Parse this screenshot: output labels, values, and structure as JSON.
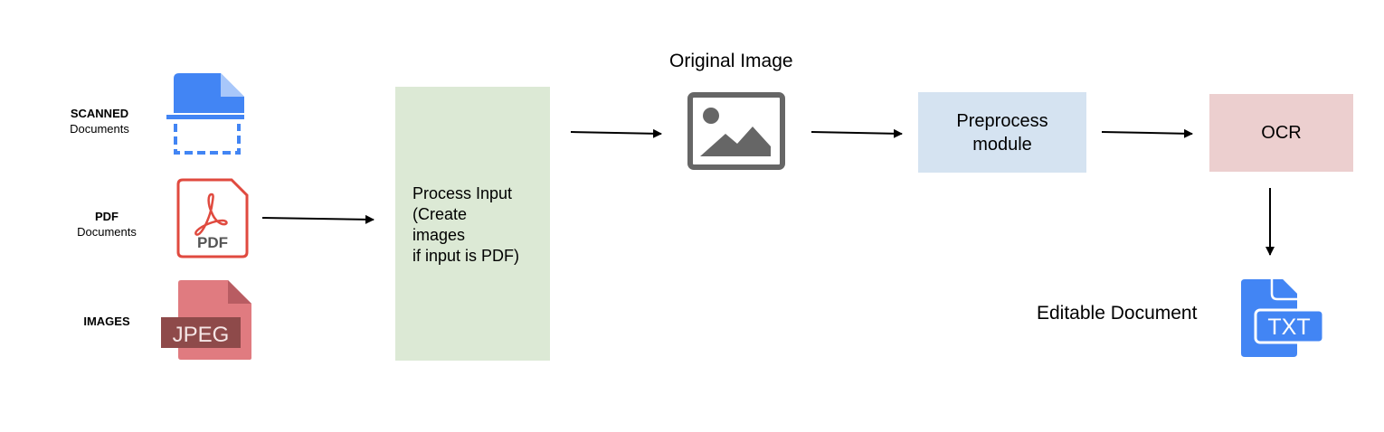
{
  "inputs": {
    "scanned": {
      "title": "SCANNED",
      "subtitle": "Documents",
      "icon": "scanned-document-icon",
      "color": "#4285f4"
    },
    "pdf": {
      "title": "PDF",
      "subtitle": "Documents",
      "icon": "pdf-file-icon",
      "badge": "PDF",
      "color": "#e04a3f"
    },
    "images": {
      "title": "IMAGES",
      "icon": "jpeg-file-icon",
      "badge": "JPEG",
      "color": "#e07b80"
    }
  },
  "process_input": {
    "lines": [
      "Process Input",
      "(Create",
      "images",
      "if input is PDF)"
    ],
    "color": "#dce9d5"
  },
  "original_image": {
    "label": "Original Image",
    "icon": "image-icon",
    "color": "#666666"
  },
  "preprocess": {
    "lines": [
      "Preprocess",
      "module"
    ],
    "color": "#d5e3f1"
  },
  "ocr": {
    "label": "OCR",
    "color": "#eccfcf"
  },
  "output": {
    "label": "Editable Document",
    "icon": "txt-file-icon",
    "badge": "TXT",
    "color": "#4285f4"
  }
}
